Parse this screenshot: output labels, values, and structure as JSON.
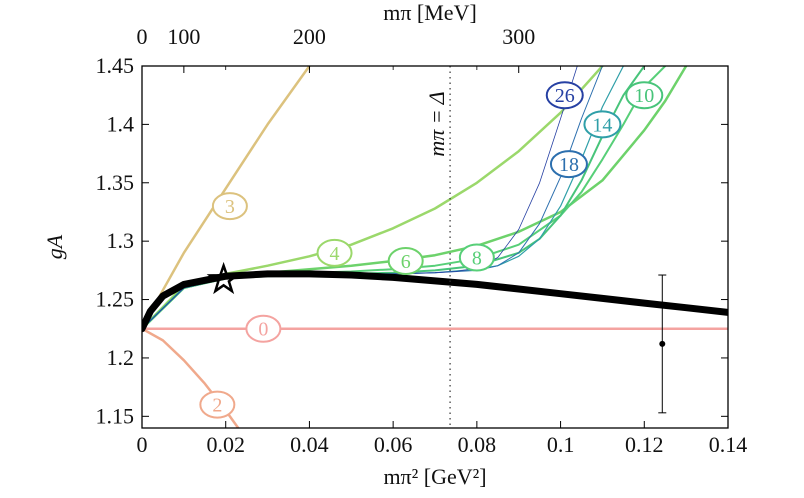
{
  "chart_data": {
    "type": "line",
    "title": "",
    "xlabel": "mπ² [GeV²]",
    "ylabel": "gA",
    "top_axis_label": "mπ [MeV]",
    "xlim": [
      0,
      0.14
    ],
    "ylim": [
      1.14,
      1.45
    ],
    "x_ticks": [
      0,
      0.02,
      0.04,
      0.06,
      0.08,
      0.1,
      0.12,
      0.14
    ],
    "x_tick_labels": [
      "0",
      "0.02",
      "0.04",
      "0.06",
      "0.08",
      "0.1",
      "0.12",
      "0.14"
    ],
    "y_ticks": [
      1.15,
      1.2,
      1.25,
      1.3,
      1.35,
      1.4,
      1.45
    ],
    "y_tick_labels": [
      "1.15",
      "1.2",
      "1.25",
      "1.3",
      "1.35",
      "1.4",
      "1.45"
    ],
    "top_ticks": [
      0,
      100,
      200,
      300
    ],
    "top_tick_labels": [
      "0",
      "100",
      "200",
      "300"
    ],
    "grid": false,
    "vline": {
      "x": 0.0736,
      "label": "mπ = Δ"
    },
    "series": [
      {
        "name": "0",
        "color": "#f4a3a0",
        "width": 2.5,
        "x": [
          0,
          0.14
        ],
        "y": [
          1.225,
          1.225
        ]
      },
      {
        "name": "2",
        "color": "#f0a98c",
        "width": 2.5,
        "x": [
          0,
          0.005,
          0.01,
          0.015,
          0.02,
          0.025,
          0.03
        ],
        "y": [
          1.225,
          1.215,
          1.198,
          1.178,
          1.155,
          1.13,
          1.105
        ]
      },
      {
        "name": "3",
        "color": "#dcc27e",
        "width": 2.5,
        "x": [
          0,
          0.005,
          0.01,
          0.02,
          0.03,
          0.04
        ],
        "y": [
          1.225,
          1.258,
          1.29,
          1.345,
          1.4,
          1.45
        ]
      },
      {
        "name": "4",
        "color": "#9bd86b",
        "width": 2.5,
        "x": [
          0,
          0.01,
          0.02,
          0.03,
          0.04,
          0.05,
          0.06,
          0.07,
          0.08,
          0.09,
          0.1,
          0.11
        ],
        "y": [
          1.225,
          1.262,
          1.272,
          1.279,
          1.287,
          1.297,
          1.311,
          1.328,
          1.35,
          1.377,
          1.41,
          1.45
        ]
      },
      {
        "name": "6",
        "color": "#6dd26b",
        "width": 2.5,
        "x": [
          0,
          0.01,
          0.02,
          0.03,
          0.04,
          0.05,
          0.06,
          0.07,
          0.08,
          0.09,
          0.1,
          0.11,
          0.12,
          0.125,
          0.13
        ],
        "y": [
          1.225,
          1.26,
          1.269,
          1.273,
          1.276,
          1.279,
          1.283,
          1.288,
          1.296,
          1.308,
          1.325,
          1.352,
          1.395,
          1.42,
          1.45
        ]
      },
      {
        "name": "8",
        "color": "#57cf78",
        "width": 2,
        "x": [
          0,
          0.01,
          0.02,
          0.03,
          0.04,
          0.05,
          0.06,
          0.07,
          0.08,
          0.09,
          0.1,
          0.105,
          0.11,
          0.115,
          0.12,
          0.125
        ],
        "y": [
          1.225,
          1.26,
          1.268,
          1.271,
          1.273,
          1.274,
          1.276,
          1.279,
          1.285,
          1.297,
          1.322,
          1.342,
          1.37,
          1.4,
          1.432,
          1.45
        ]
      },
      {
        "name": "10",
        "color": "#48c47a",
        "width": 2,
        "x": [
          0,
          0.01,
          0.02,
          0.03,
          0.04,
          0.05,
          0.06,
          0.07,
          0.08,
          0.09,
          0.095,
          0.1,
          0.105,
          0.11,
          0.115,
          0.12
        ],
        "y": [
          1.225,
          1.26,
          1.268,
          1.27,
          1.271,
          1.272,
          1.273,
          1.275,
          1.279,
          1.29,
          1.302,
          1.322,
          1.352,
          1.39,
          1.425,
          1.45
        ]
      },
      {
        "name": "14",
        "color": "#2f9fa8",
        "width": 1.2,
        "x": [
          0,
          0.01,
          0.02,
          0.03,
          0.04,
          0.05,
          0.06,
          0.07,
          0.08,
          0.085,
          0.09,
          0.095,
          0.1,
          0.105,
          0.11,
          0.115
        ],
        "y": [
          1.225,
          1.26,
          1.268,
          1.27,
          1.271,
          1.272,
          1.272,
          1.273,
          1.276,
          1.279,
          1.287,
          1.302,
          1.33,
          1.37,
          1.415,
          1.45
        ]
      },
      {
        "name": "18",
        "color": "#2c6fae",
        "width": 1,
        "x": [
          0,
          0.01,
          0.02,
          0.03,
          0.04,
          0.05,
          0.06,
          0.07,
          0.08,
          0.085,
          0.09,
          0.095,
          0.1,
          0.105,
          0.11
        ],
        "y": [
          1.225,
          1.26,
          1.268,
          1.27,
          1.271,
          1.272,
          1.272,
          1.273,
          1.275,
          1.279,
          1.29,
          1.315,
          1.355,
          1.405,
          1.45
        ]
      },
      {
        "name": "26",
        "color": "#2640a3",
        "width": 0.8,
        "x": [
          0,
          0.01,
          0.02,
          0.03,
          0.04,
          0.05,
          0.06,
          0.07,
          0.075,
          0.08,
          0.085,
          0.09,
          0.095,
          0.1,
          0.104
        ],
        "y": [
          1.225,
          1.26,
          1.268,
          1.27,
          1.271,
          1.272,
          1.272,
          1.273,
          1.274,
          1.277,
          1.286,
          1.31,
          1.35,
          1.405,
          1.45
        ]
      },
      {
        "name": "",
        "color": "#000000",
        "width": 7,
        "x": [
          0,
          0.002,
          0.005,
          0.01,
          0.02,
          0.03,
          0.04,
          0.05,
          0.06,
          0.07,
          0.08,
          0.09,
          0.1,
          0.11,
          0.12,
          0.13,
          0.14
        ],
        "y": [
          1.225,
          1.24,
          1.253,
          1.263,
          1.27,
          1.272,
          1.272,
          1.271,
          1.269,
          1.266,
          1.263,
          1.259,
          1.255,
          1.251,
          1.247,
          1.243,
          1.239
        ]
      }
    ],
    "curve_labels": [
      {
        "text": "0",
        "x": 0.029,
        "y": 1.225,
        "color": "#f4a3a0",
        "text_color": "#f4a3a0"
      },
      {
        "text": "2",
        "x": 0.018,
        "y": 1.16,
        "color": "#f0a98c",
        "text_color": "#f0a98c"
      },
      {
        "text": "3",
        "x": 0.021,
        "y": 1.33,
        "color": "#dcc27e",
        "text_color": "#dcc27e"
      },
      {
        "text": "4",
        "x": 0.046,
        "y": 1.29,
        "color": "#9bd86b",
        "text_color": "#9bd86b"
      },
      {
        "text": "6",
        "x": 0.063,
        "y": 1.283,
        "color": "#6dd26b",
        "text_color": "#6dd26b"
      },
      {
        "text": "8",
        "x": 0.08,
        "y": 1.286,
        "color": "#57cf78",
        "text_color": "#57cf78"
      },
      {
        "text": "10",
        "x": 0.12,
        "y": 1.425,
        "color": "#48c47a",
        "text_color": "#48c47a"
      },
      {
        "text": "14",
        "x": 0.11,
        "y": 1.4,
        "color": "#2f9fa8",
        "text_color": "#2f9fa8"
      },
      {
        "text": "18",
        "x": 0.102,
        "y": 1.366,
        "color": "#2c6fae",
        "text_color": "#2c6fae"
      },
      {
        "text": "26",
        "x": 0.101,
        "y": 1.425,
        "color": "#2640a3",
        "text_color": "#2640a3"
      }
    ],
    "physical_point": {
      "x": 0.0195,
      "y": 1.267
    },
    "data_point": {
      "x": 0.1243,
      "y": 1.212,
      "yerr_low": 1.153,
      "yerr_high": 1.271
    }
  }
}
